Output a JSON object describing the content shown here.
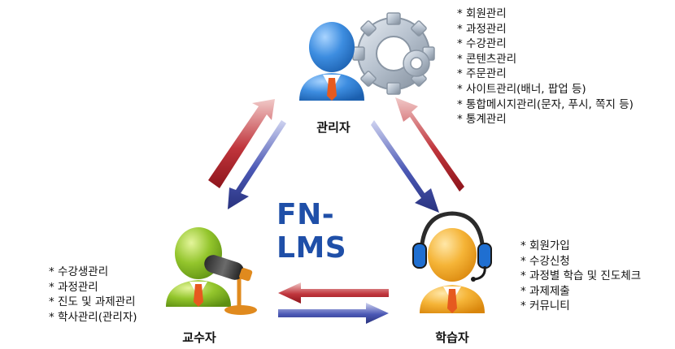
{
  "title": "FN-LMS",
  "admin": {
    "label": "관리자",
    "items": [
      "* 회원관리",
      "* 과정관리",
      "* 수강관리",
      "* 콘텐츠관리",
      "* 주문관리",
      "* 사이트관리(배너, 팝업 등)",
      "* 통합메시지관리(문자, 푸시, 쪽지 등)",
      "* 통계관리"
    ]
  },
  "instructor": {
    "label": "교수자",
    "items": [
      "* 수강생관리",
      "* 과정관리",
      "* 진도 및 과제관리",
      "* 학사관리(관리자)"
    ]
  },
  "learner": {
    "label": "학습자",
    "items": [
      "* 회원가입",
      "* 수강신청",
      "* 과정별 학습 및 진도체크",
      "* 과제제출",
      "* 커뮤니티"
    ]
  },
  "icons": {
    "admin": "user-with-gears-icon",
    "instructor": "user-with-microphone-icon",
    "learner": "user-with-headset-icon"
  },
  "colors": {
    "title": "#1f4fa8",
    "arrow_red": "#a61c24",
    "arrow_blue": "#33409a",
    "admin_person": "#2e7fd1",
    "instructor_person": "#7fb21e",
    "learner_person": "#f0a21a"
  }
}
